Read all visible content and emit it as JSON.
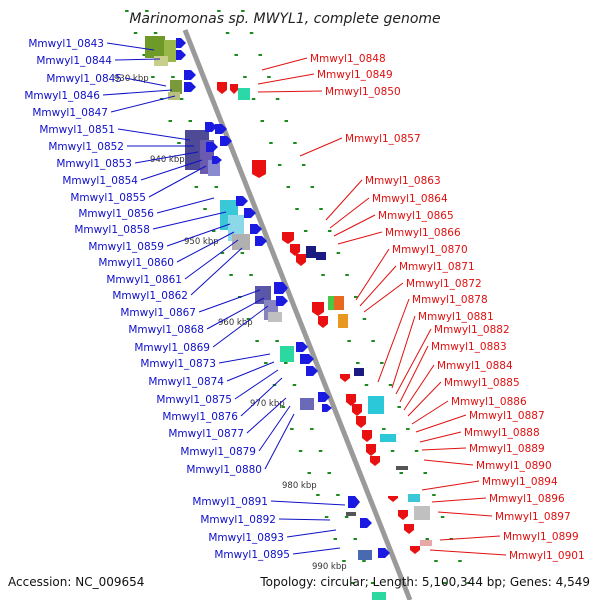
{
  "title": "Marinomonas sp. MWYL1, complete genome",
  "accession": "Accession: NC_009654",
  "topology": "Topology: circular; Length: 5,100,344 bp; Genes: 4,549",
  "colors": {
    "left_label": "#1010c8",
    "right_label": "#e01010",
    "backbone": "#999999",
    "tick": "#1e8a1e"
  },
  "kbp_marks": [
    "930 kbp",
    "940 kbp",
    "950 kbp",
    "960 kbp",
    "970 kbp",
    "980 kbp",
    "990 kbp"
  ],
  "left_labels": [
    "Mmwyl1_0843",
    "Mmwyl1_0844",
    "Mmwyl1_0845",
    "Mmwyl1_0846",
    "Mmwyl1_0847",
    "Mmwyl1_0851",
    "Mmwyl1_0852",
    "Mmwyl1_0853",
    "Mmwyl1_0854",
    "Mmwyl1_0855",
    "Mmwyl1_0856",
    "Mmwyl1_0858",
    "Mmwyl1_0859",
    "Mmwyl1_0860",
    "Mmwyl1_0861",
    "Mmwyl1_0862",
    "Mmwyl1_0867",
    "Mmwyl1_0868",
    "Mmwyl1_0869",
    "Mmwyl1_0873",
    "Mmwyl1_0874",
    "Mmwyl1_0875",
    "Mmwyl1_0876",
    "Mmwyl1_0877",
    "Mmwyl1_0879",
    "Mmwyl1_0880",
    "Mmwyl1_0891",
    "Mmwyl1_0892",
    "Mmwyl1_0893",
    "Mmwyl1_0895"
  ],
  "right_labels": [
    "Mmwyl1_0848",
    "Mmwyl1_0849",
    "Mmwyl1_0850",
    "Mmwyl1_0857",
    "Mmwyl1_0863",
    "Mmwyl1_0864",
    "Mmwyl1_0865",
    "Mmwyl1_0866",
    "Mmwyl1_0870",
    "Mmwyl1_0871",
    "Mmwyl1_0872",
    "Mmwyl1_0878",
    "Mmwyl1_0881",
    "Mmwyl1_0882",
    "Mmwyl1_0883",
    "Mmwyl1_0884",
    "Mmwyl1_0885",
    "Mmwyl1_0886",
    "Mmwyl1_0887",
    "Mmwyl1_0888",
    "Mmwyl1_0889",
    "Mmwyl1_0890",
    "Mmwyl1_0894",
    "Mmwyl1_0896",
    "Mmwyl1_0897",
    "Mmwyl1_0899",
    "Mmwyl1_0901"
  ]
}
